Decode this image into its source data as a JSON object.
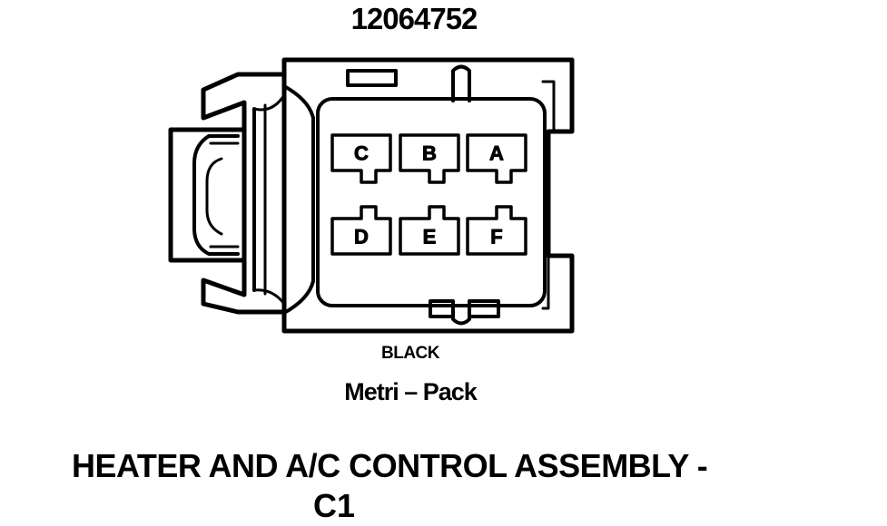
{
  "part_number": "12064752",
  "pins": {
    "c": "C",
    "b": "B",
    "a": "A",
    "d": "D",
    "e": "E",
    "f": "F"
  },
  "connector_color": "BLACK",
  "connector_type": "Metri – Pack",
  "caption": {
    "line1": "HEATER AND A/C CONTROL ASSEMBLY -",
    "line2": "C1"
  }
}
